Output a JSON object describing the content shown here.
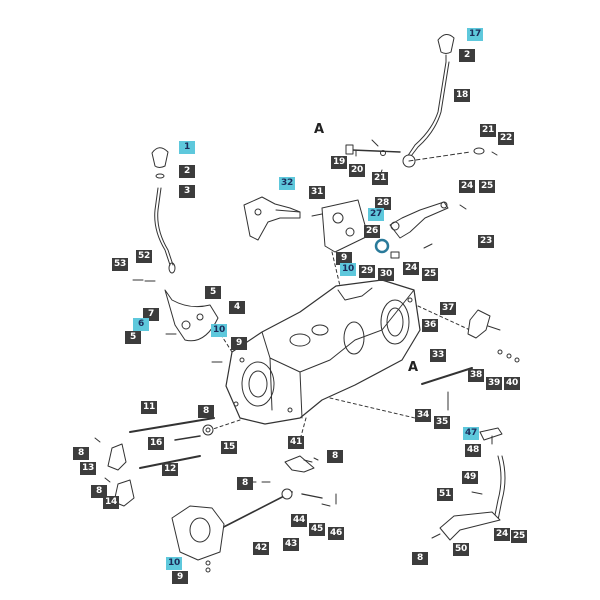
{
  "diagram": {
    "colors": {
      "label_bg": "#3c3c3c",
      "label_text": "#ffffff",
      "highlight_bg": "#5ec8dc",
      "highlight_text": "#1c2c5a",
      "line": "#333333"
    },
    "reference_letters": [
      "A",
      "A"
    ],
    "callouts": [
      {
        "id": "c-17",
        "text": "17",
        "highlight": true
      },
      {
        "id": "c-2a",
        "text": "2",
        "highlight": false
      },
      {
        "id": "c-18",
        "text": "18",
        "highlight": false
      },
      {
        "id": "c-21a",
        "text": "21",
        "highlight": false
      },
      {
        "id": "c-22",
        "text": "22",
        "highlight": false
      },
      {
        "id": "c-19",
        "text": "19",
        "highlight": false
      },
      {
        "id": "c-20",
        "text": "20",
        "highlight": false
      },
      {
        "id": "c-21b",
        "text": "21",
        "highlight": false
      },
      {
        "id": "c-1",
        "text": "1",
        "highlight": true
      },
      {
        "id": "c-2b",
        "text": "2",
        "highlight": false
      },
      {
        "id": "c-3",
        "text": "3",
        "highlight": false
      },
      {
        "id": "c-32",
        "text": "32",
        "highlight": true
      },
      {
        "id": "c-31",
        "text": "31",
        "highlight": false
      },
      {
        "id": "c-24a",
        "text": "24",
        "highlight": false
      },
      {
        "id": "c-25a",
        "text": "25",
        "highlight": false
      },
      {
        "id": "c-28",
        "text": "28",
        "highlight": false
      },
      {
        "id": "c-27",
        "text": "27",
        "highlight": true
      },
      {
        "id": "c-26",
        "text": "26",
        "highlight": false
      },
      {
        "id": "c-23",
        "text": "23",
        "highlight": false
      },
      {
        "id": "c-9a",
        "text": "9",
        "highlight": false
      },
      {
        "id": "c-10a",
        "text": "10",
        "highlight": true
      },
      {
        "id": "c-29",
        "text": "29",
        "highlight": false
      },
      {
        "id": "c-30",
        "text": "30",
        "highlight": false
      },
      {
        "id": "c-24b",
        "text": "24",
        "highlight": false
      },
      {
        "id": "c-25b",
        "text": "25",
        "highlight": false
      },
      {
        "id": "c-53",
        "text": "53",
        "highlight": false
      },
      {
        "id": "c-52",
        "text": "52",
        "highlight": false
      },
      {
        "id": "c-5a",
        "text": "5",
        "highlight": false
      },
      {
        "id": "c-7",
        "text": "7",
        "highlight": false
      },
      {
        "id": "c-4",
        "text": "4",
        "highlight": false
      },
      {
        "id": "c-6",
        "text": "6",
        "highlight": true
      },
      {
        "id": "c-10b",
        "text": "10",
        "highlight": true
      },
      {
        "id": "c-5b",
        "text": "5",
        "highlight": false
      },
      {
        "id": "c-9b",
        "text": "9",
        "highlight": false
      },
      {
        "id": "c-37",
        "text": "37",
        "highlight": false
      },
      {
        "id": "c-36",
        "text": "36",
        "highlight": false
      },
      {
        "id": "c-33",
        "text": "33",
        "highlight": false
      },
      {
        "id": "c-38",
        "text": "38",
        "highlight": false
      },
      {
        "id": "c-39",
        "text": "39",
        "highlight": false
      },
      {
        "id": "c-40",
        "text": "40",
        "highlight": false
      },
      {
        "id": "c-11",
        "text": "11",
        "highlight": false
      },
      {
        "id": "c-8a",
        "text": "8",
        "highlight": false
      },
      {
        "id": "c-34",
        "text": "34",
        "highlight": false
      },
      {
        "id": "c-35",
        "text": "35",
        "highlight": false
      },
      {
        "id": "c-47",
        "text": "47",
        "highlight": true
      },
      {
        "id": "c-48",
        "text": "48",
        "highlight": false
      },
      {
        "id": "c-16",
        "text": "16",
        "highlight": false
      },
      {
        "id": "c-15",
        "text": "15",
        "highlight": false
      },
      {
        "id": "c-8b",
        "text": "8",
        "highlight": false
      },
      {
        "id": "c-13",
        "text": "13",
        "highlight": false
      },
      {
        "id": "c-12",
        "text": "12",
        "highlight": false
      },
      {
        "id": "c-41",
        "text": "41",
        "highlight": false
      },
      {
        "id": "c-8c",
        "text": "8",
        "highlight": false
      },
      {
        "id": "c-49",
        "text": "49",
        "highlight": false
      },
      {
        "id": "c-8d",
        "text": "8",
        "highlight": false
      },
      {
        "id": "c-14",
        "text": "14",
        "highlight": false
      },
      {
        "id": "c-8e",
        "text": "8",
        "highlight": false
      },
      {
        "id": "c-51",
        "text": "51",
        "highlight": false
      },
      {
        "id": "c-44",
        "text": "44",
        "highlight": false
      },
      {
        "id": "c-45",
        "text": "45",
        "highlight": false
      },
      {
        "id": "c-46",
        "text": "46",
        "highlight": false
      },
      {
        "id": "c-24c",
        "text": "24",
        "highlight": false
      },
      {
        "id": "c-25c",
        "text": "25",
        "highlight": false
      },
      {
        "id": "c-42",
        "text": "42",
        "highlight": false
      },
      {
        "id": "c-43",
        "text": "43",
        "highlight": false
      },
      {
        "id": "c-50",
        "text": "50",
        "highlight": false
      },
      {
        "id": "c-8f",
        "text": "8",
        "highlight": false
      },
      {
        "id": "c-10c",
        "text": "10",
        "highlight": true
      },
      {
        "id": "c-9c",
        "text": "9",
        "highlight": false
      }
    ]
  }
}
